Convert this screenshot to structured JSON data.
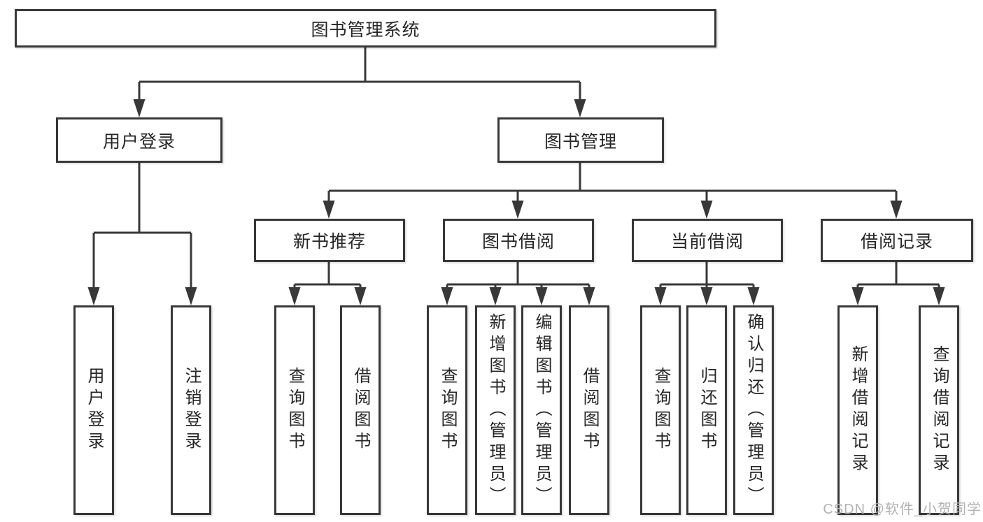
{
  "title": "图书管理系统",
  "nodes": {
    "user_login": "用户登录",
    "book_management": "图书管理",
    "new_book_recommend": "新书推荐",
    "book_borrow": "图书借阅",
    "current_borrow": "当前借阅",
    "borrow_record": "借阅记录"
  },
  "leaves": {
    "user_login": [
      "用户登录",
      "注销登录"
    ],
    "new_book_recommend": [
      "查询图书",
      "借阅图书"
    ],
    "book_borrow": [
      "查询图书",
      "新增图书（管理员）",
      "编辑图书（管理员）",
      "借阅图书"
    ],
    "current_borrow": [
      "查询图书",
      "归还图书",
      "确认归还（管理员）"
    ],
    "borrow_record": [
      "新增借阅记录",
      "查询借阅记录"
    ]
  },
  "watermark": "CSDN @软件_小贺同学",
  "colors": {
    "line": "#383838",
    "border": "#383838",
    "text": "#262626",
    "watermark": "#b3b3b3",
    "background": "#ffffff"
  }
}
